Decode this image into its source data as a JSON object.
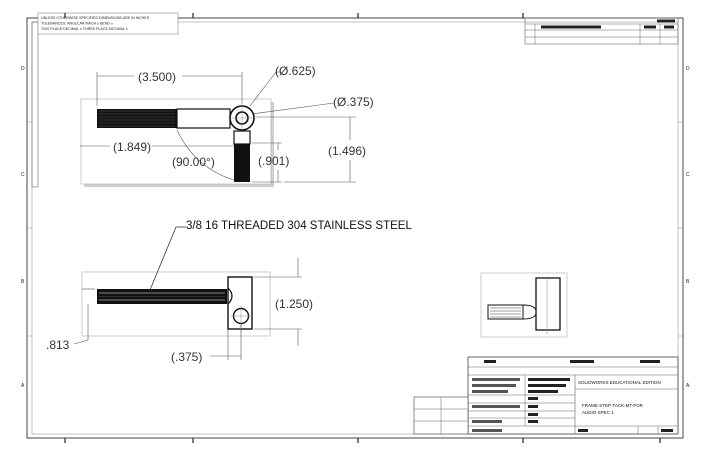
{
  "drawing": {
    "general_note_lines": [
      "UNLESS OTHERWISE SPECIFIED DIMENSIONS ARE IN INCHES",
      "TOLERANCES: ANGULAR MACH ±  BEND ±",
      "TWO PLACE DECIMAL ±  THREE PLACE DECIMAL ±"
    ],
    "zone_letters": [
      "D",
      "C",
      "B",
      "A"
    ]
  },
  "views": {
    "top_view": {
      "dims": {
        "length": "(3.500)",
        "dia_outer": "(Ø.625)",
        "dia_inner": "(Ø.375)",
        "offset": "(1.849)",
        "angle": "(90.00°)",
        "leg": "(.901)",
        "height": "(1.496)"
      }
    },
    "front_view": {
      "note": "3/8 16 THREADED 304 STAINLESS STEEL",
      "dims": {
        "height": "(1.250)",
        "thread_dia": ".813",
        "hole_offset": "(.375)"
      }
    }
  },
  "title_block": {
    "company": "SOLIDWORKS EDUCATIONAL EDITION",
    "title_lines": [
      "FRAME-STEP-TACK-MT-FOR",
      "AUDIO-SPEC 1"
    ]
  }
}
